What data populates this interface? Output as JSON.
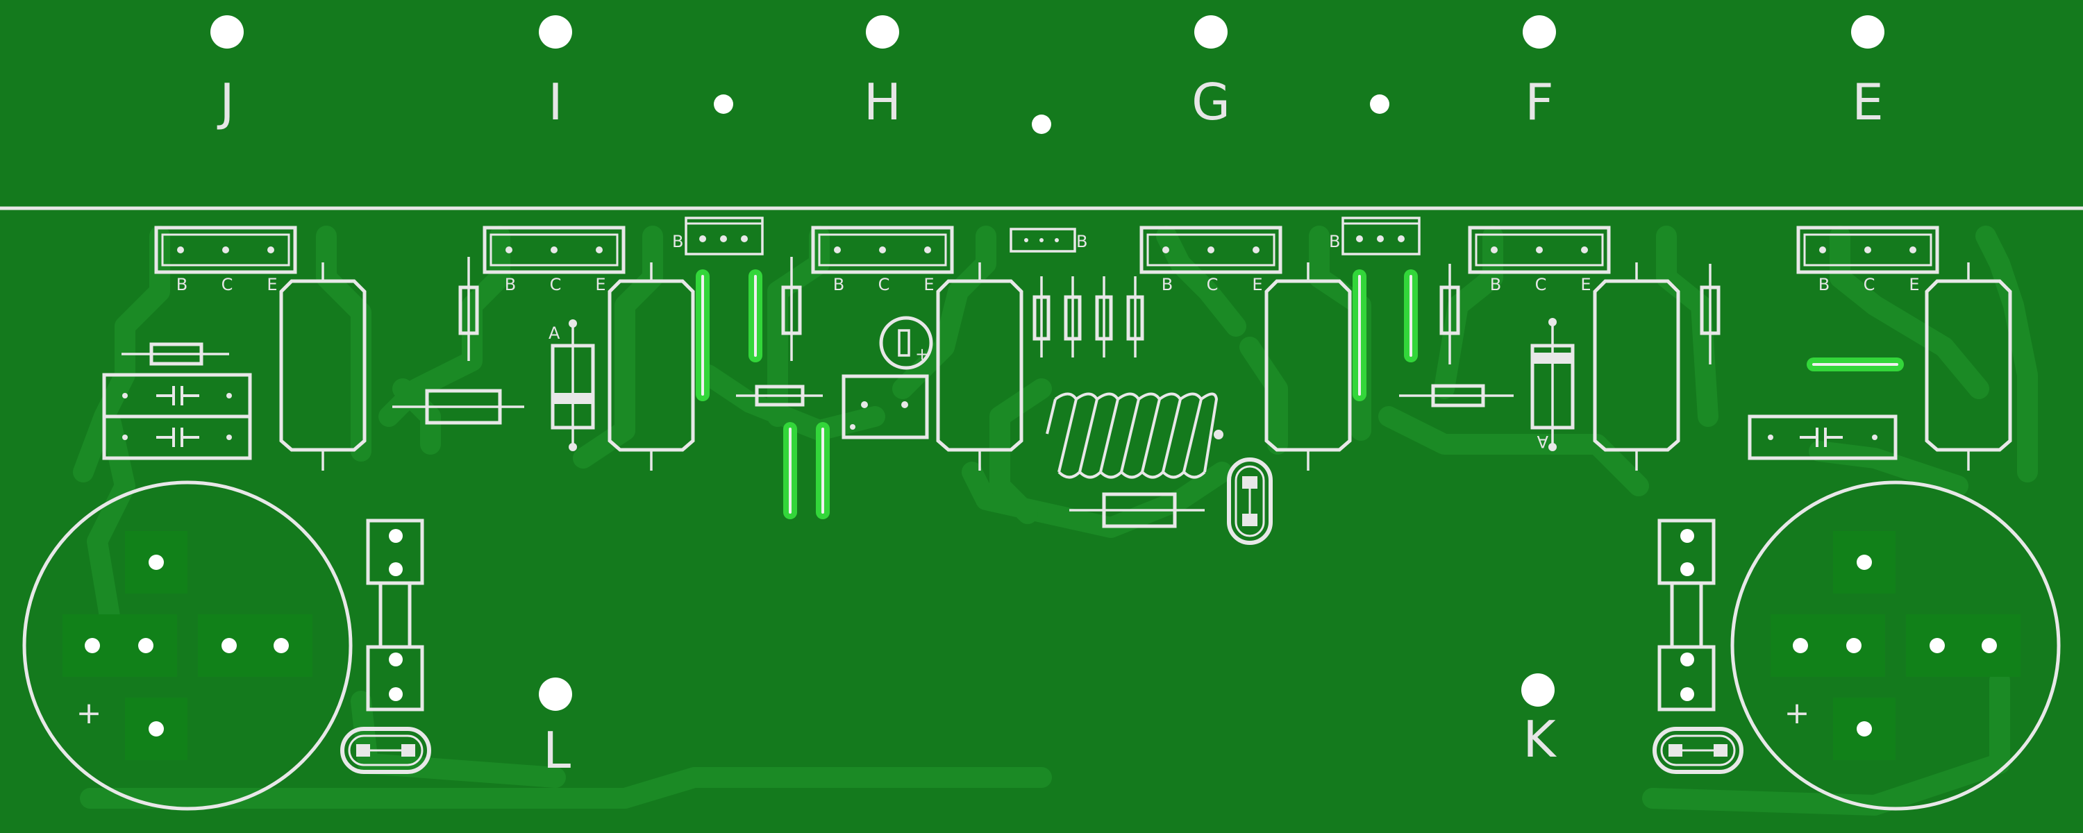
{
  "board": {
    "background": "#147a1d",
    "copper": "#1b8a25",
    "silkscreen": "#e8e8e8",
    "jumper_color": "#33d63a"
  },
  "terminals": {
    "top": [
      "J",
      "I",
      "H",
      "G",
      "F",
      "E"
    ],
    "bottom_left": "L",
    "bottom_right": "K"
  },
  "transistor_pins": [
    "B",
    "C",
    "E"
  ],
  "small_header_pin": "B",
  "diode_anode": "A",
  "cap_plus": "+"
}
